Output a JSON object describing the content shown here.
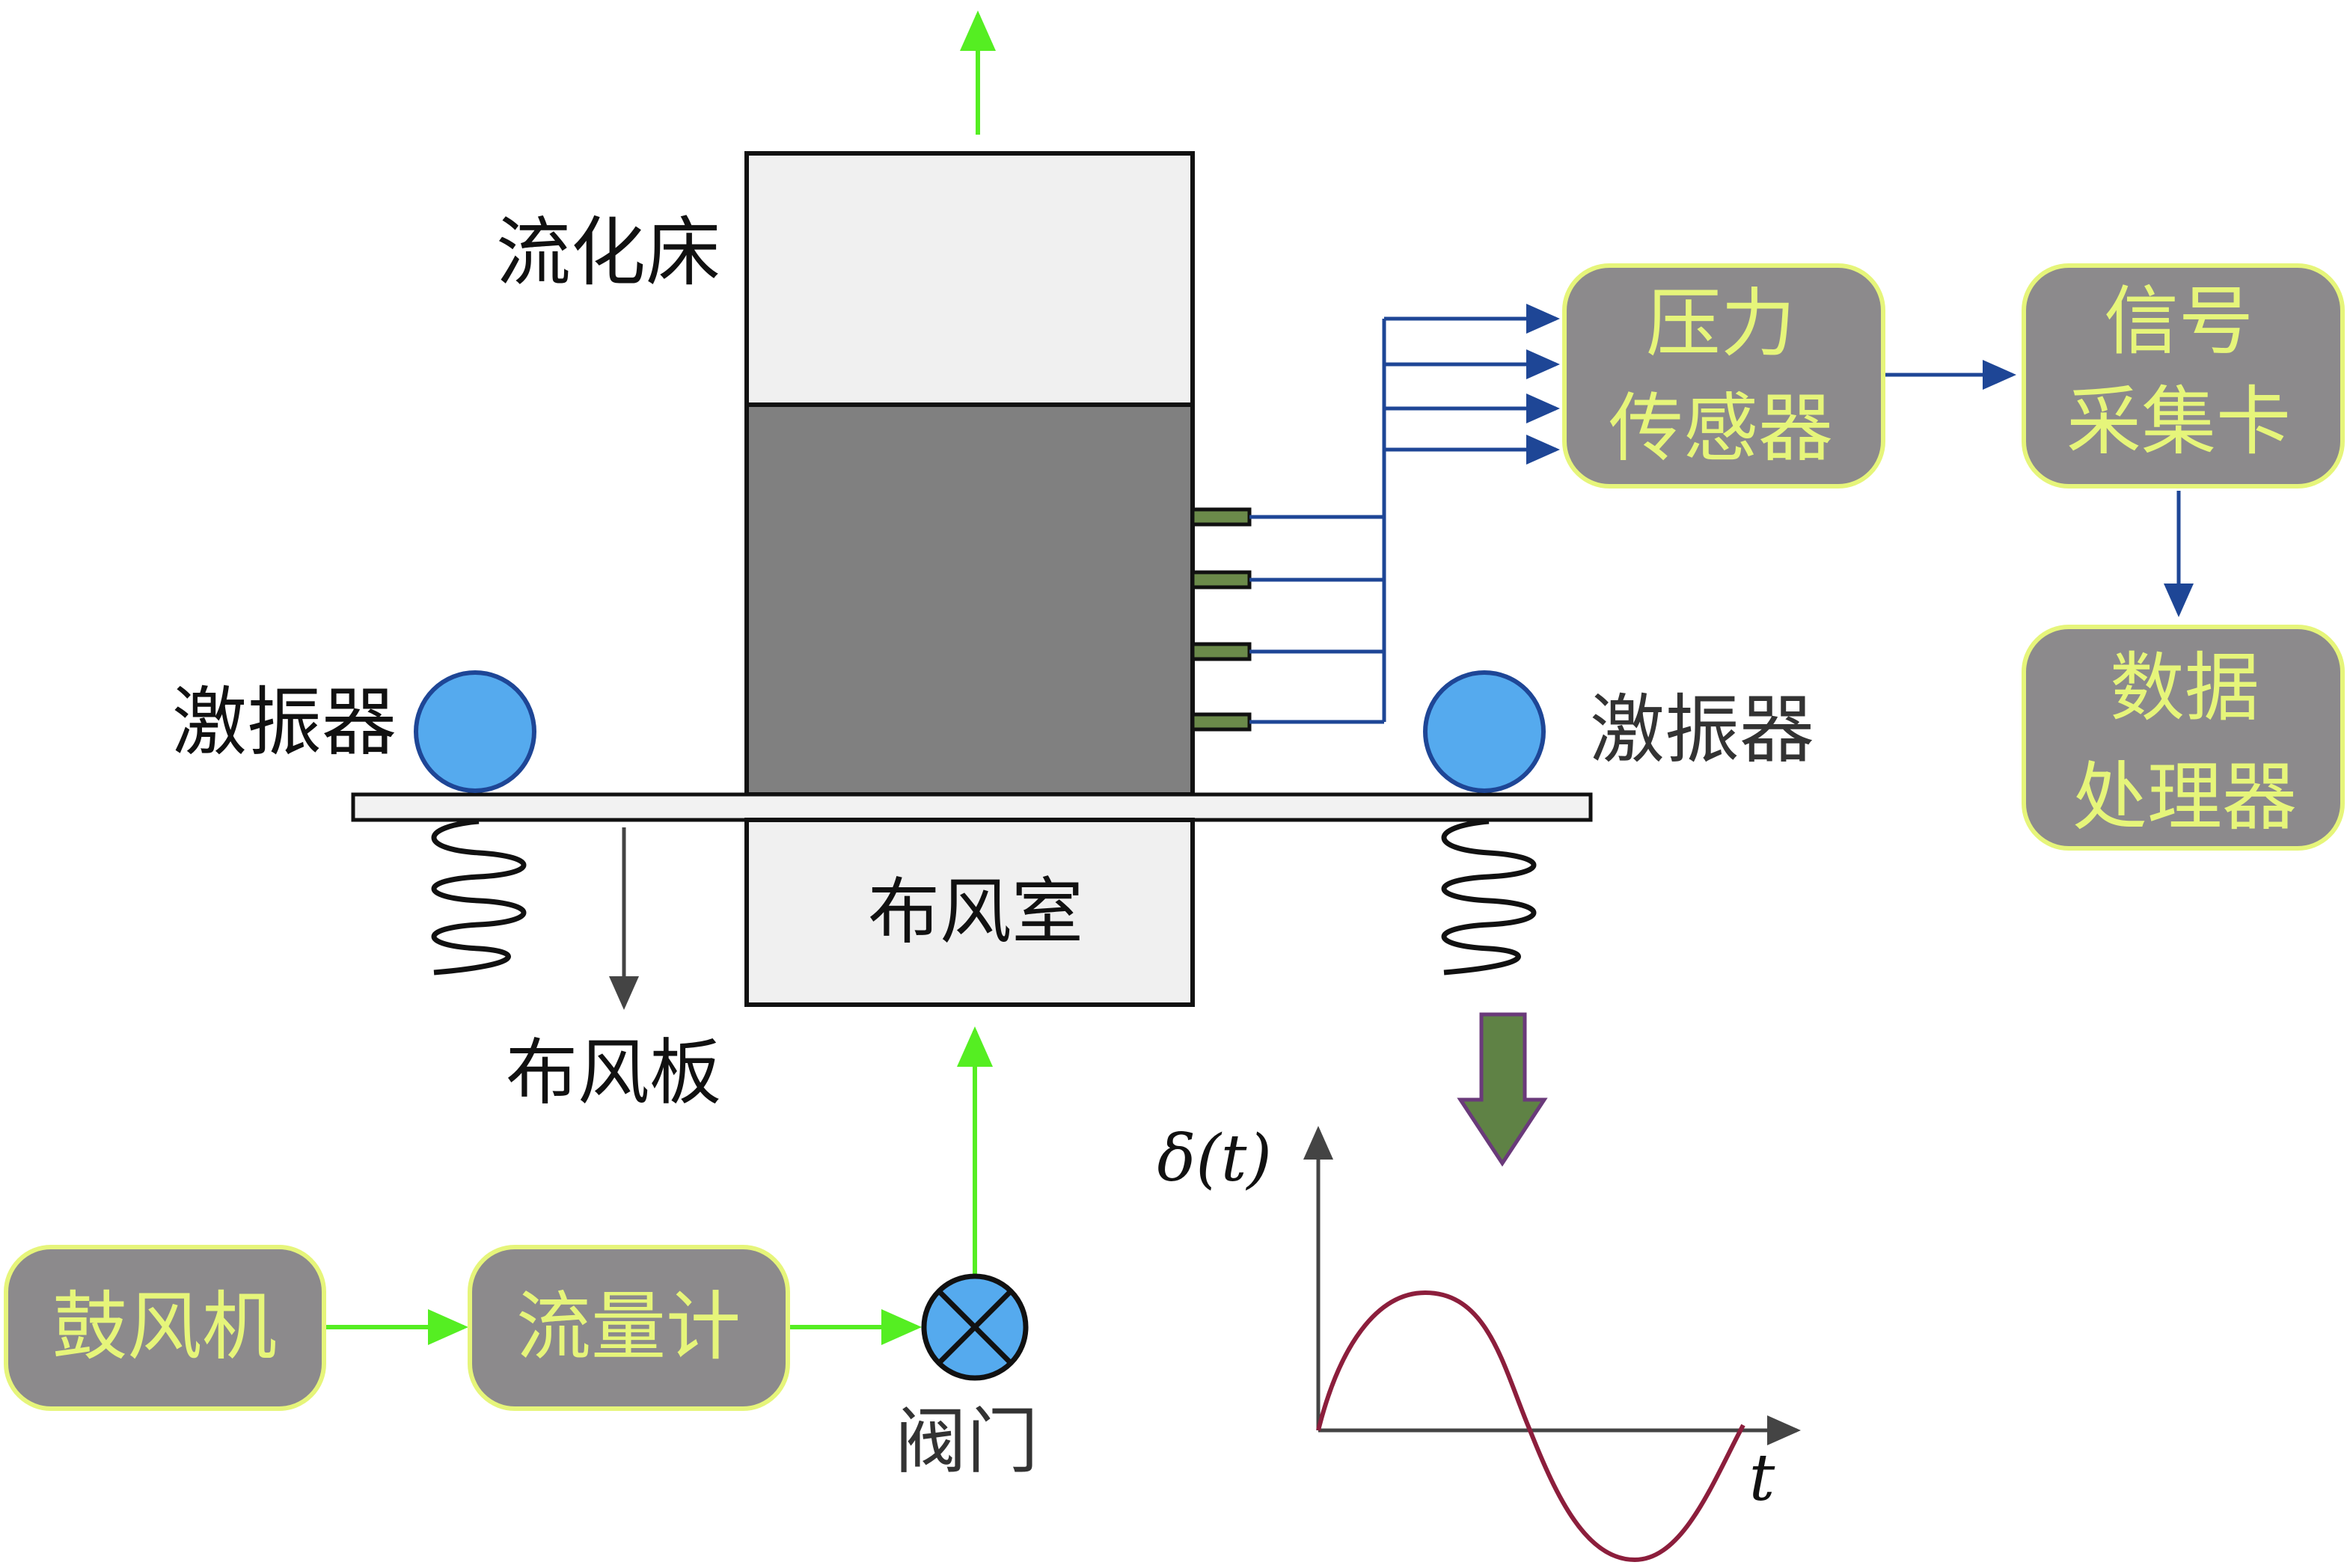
{
  "labels": {
    "fluidized_bed": "流化床",
    "exciter_left": "激振器",
    "exciter_right": "激振器",
    "wind_chamber": "布风室",
    "distributor_plate": "布风板",
    "valve": "阀门"
  },
  "boxes": {
    "pressure_sensor": [
      "压力",
      "传感器"
    ],
    "signal_card": [
      "信号",
      "采集卡"
    ],
    "data_processor": [
      "数据",
      "处理器"
    ],
    "blower": "鼓风机",
    "flowmeter": "流量计"
  },
  "graph": {
    "y_label": "δ(t)",
    "x_label": "t"
  },
  "colors": {
    "box_fill": "#8c8a8c",
    "box_stroke": "#e6f57a",
    "box_text": "#e6f57a",
    "bed_dark": "#808080",
    "bed_light": "#f0f0f0",
    "exciter_blue": "#55aaee",
    "air_arrow": "#55ee22",
    "signal_line": "#1e4696",
    "sine_curve": "#8c1e3c",
    "down_arrow": "#5f8245"
  }
}
